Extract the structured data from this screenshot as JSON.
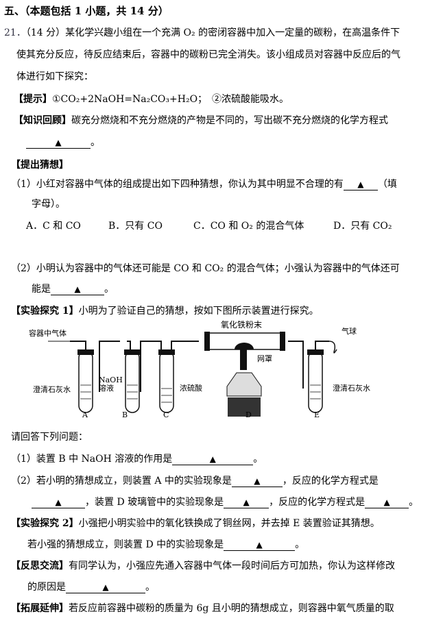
{
  "section_title": "五、（本题包括 1 小题，共 14 分）",
  "q_number": "21．",
  "intro": [
    "（14 分）某化学兴趣小组在一个充满 O₂ 的密闭容器中加入一定量的碳粉，在高温条件下",
    "使其充分反应，待反应结束后，容器中的碳粉已完全消失。该小组成员对容器中反应后的气",
    "体进行如下探究："
  ],
  "hint": {
    "tag": "【提示】",
    "text": "①CO₂+2NaOH=Na₂CO₃+H₂O；　②浓硫酸能吸水。"
  },
  "review": {
    "tag": "【知识回顾】",
    "text": "碳充分燃烧和不充分燃烧的产物是不同的，写出碳不充分燃烧的化学方程式"
  },
  "blank_mark": "▲",
  "period": "。",
  "hypothesis": {
    "tag": "【提出猜想】"
  },
  "q1": {
    "text": "（1）小红对容器中气体的组成提出如下四种猜想，你认为其中明显不合理的有",
    "after": "（填",
    "line2": "字母）。"
  },
  "options": [
    "A．C 和 CO",
    "B．只有 CO",
    "C．CO 和 O₂ 的混合气体",
    "D．只有 CO₂"
  ],
  "q2": {
    "text": "（2）小明认为容器中的气体还可能是 CO 和 CO₂ 的混合气体；小强认为容器中的气体还可",
    "line2": "能是"
  },
  "exp1": {
    "tag": "【实验探究 1】",
    "text": "小明为了验证自己的猜想，按如下图所示装置进行探究。"
  },
  "diagram": {
    "inlet": "容器中气体",
    "powder": "氧化铁粉末",
    "gauze": "网罩",
    "balloon": "气球",
    "limewater": "澄清石灰水",
    "naoh": "NaOH",
    "naoh2": "溶液",
    "acid": "浓硫酸",
    "letters": [
      "A",
      "B",
      "C",
      "D",
      "E"
    ]
  },
  "answer_prompt": "请回答下列问题：",
  "a1": {
    "text": "（1）装置 B 中 NaOH 溶液的作用是"
  },
  "a2": {
    "text": "（2）若小明的猜想成立，则装置 A 中的实验现象是",
    "mid": "，反应的化学方程式是",
    "l2a": "，装置 D 玻璃管中的实验现象是",
    "l2b": "，反应的化学方程式是"
  },
  "exp2": {
    "tag": "【实验探究 2】",
    "text": "小强把小明实验中的氧化铁换成了铜丝网，并去掉 E 装置验证其猜想。",
    "line2": "若小强的猜想成立，则装置 D 中的实验现象是"
  },
  "reflect": {
    "tag": "【反思交流】",
    "text": "有同学认为，小强应先通入容器中气体一段时间后方可加热，你认为这样修改",
    "line2": "的原因是"
  },
  "extend": {
    "tag": "【拓展延伸】",
    "text": "若反应前容器中碳粉的质量为 6g 且小明的猜想成立，则容器中氧气质量的取"
  }
}
